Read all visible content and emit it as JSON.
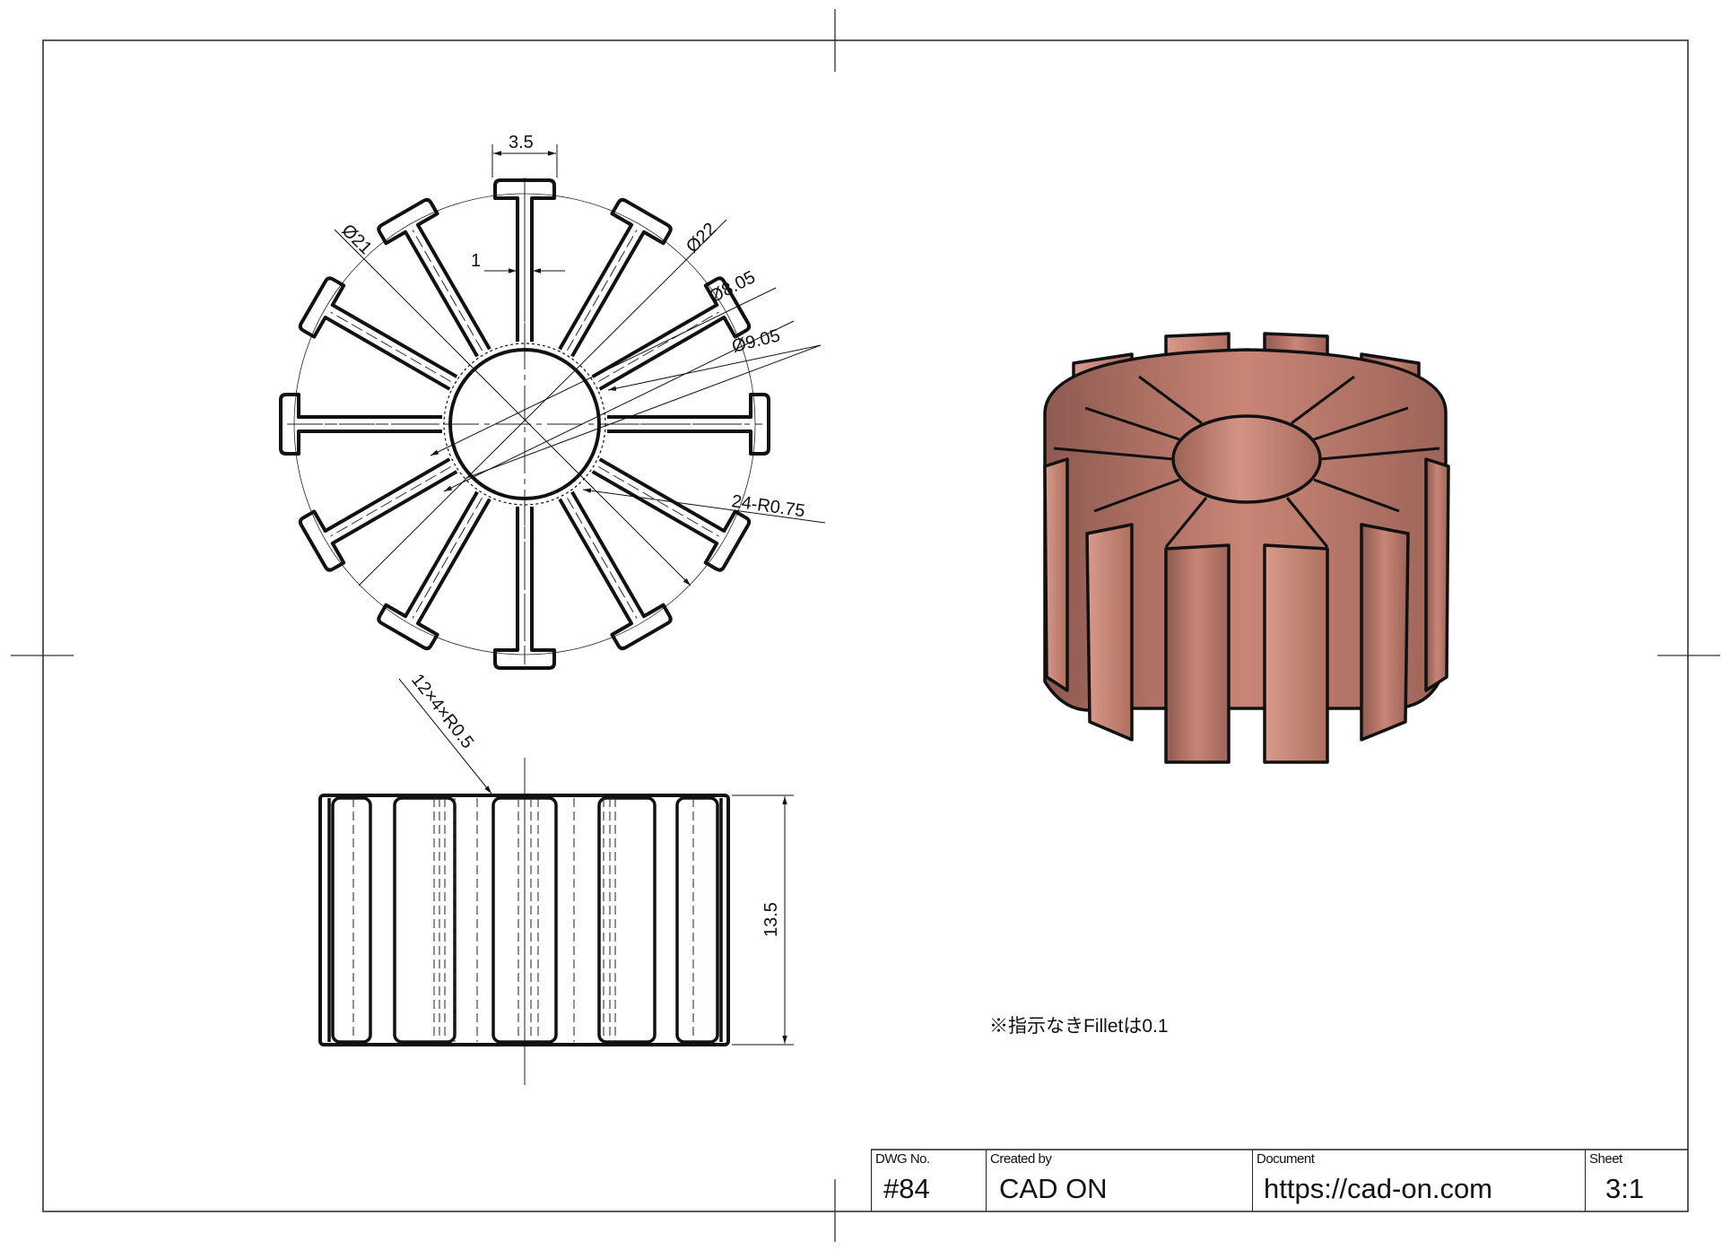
{
  "drawing": {
    "type": "technical-drawing",
    "views": [
      "front-section",
      "side",
      "isometric"
    ],
    "colors": {
      "line": "#111111",
      "copper_light": "#d89a8c",
      "copper_mid": "#b8766a",
      "copper_dark": "#8e5a50",
      "paper": "#ffffff"
    }
  },
  "front_view": {
    "dimensions": {
      "fin_tip_width": "3.5",
      "fin_thickness": "1",
      "d_inner_outer": "Ø21",
      "d_outer": "Ø22",
      "d_bore": "Ø8.05",
      "d_hub": "Ø9.05",
      "fillet": "24-R0.75"
    },
    "fin_count": 12
  },
  "side_view": {
    "dimensions": {
      "edge_fillet": "12×4×R0.5",
      "height": "13.5"
    }
  },
  "note": "※指示なきFilletは0.1",
  "title_block": {
    "dwg_no": {
      "label": "DWG No.",
      "value": "#84"
    },
    "created_by": {
      "label": "Created by",
      "value": "CAD ON"
    },
    "document": {
      "label": "Document",
      "value": "https://cad-on.com"
    },
    "sheet": {
      "label": "Sheet",
      "value": "3:1"
    }
  }
}
